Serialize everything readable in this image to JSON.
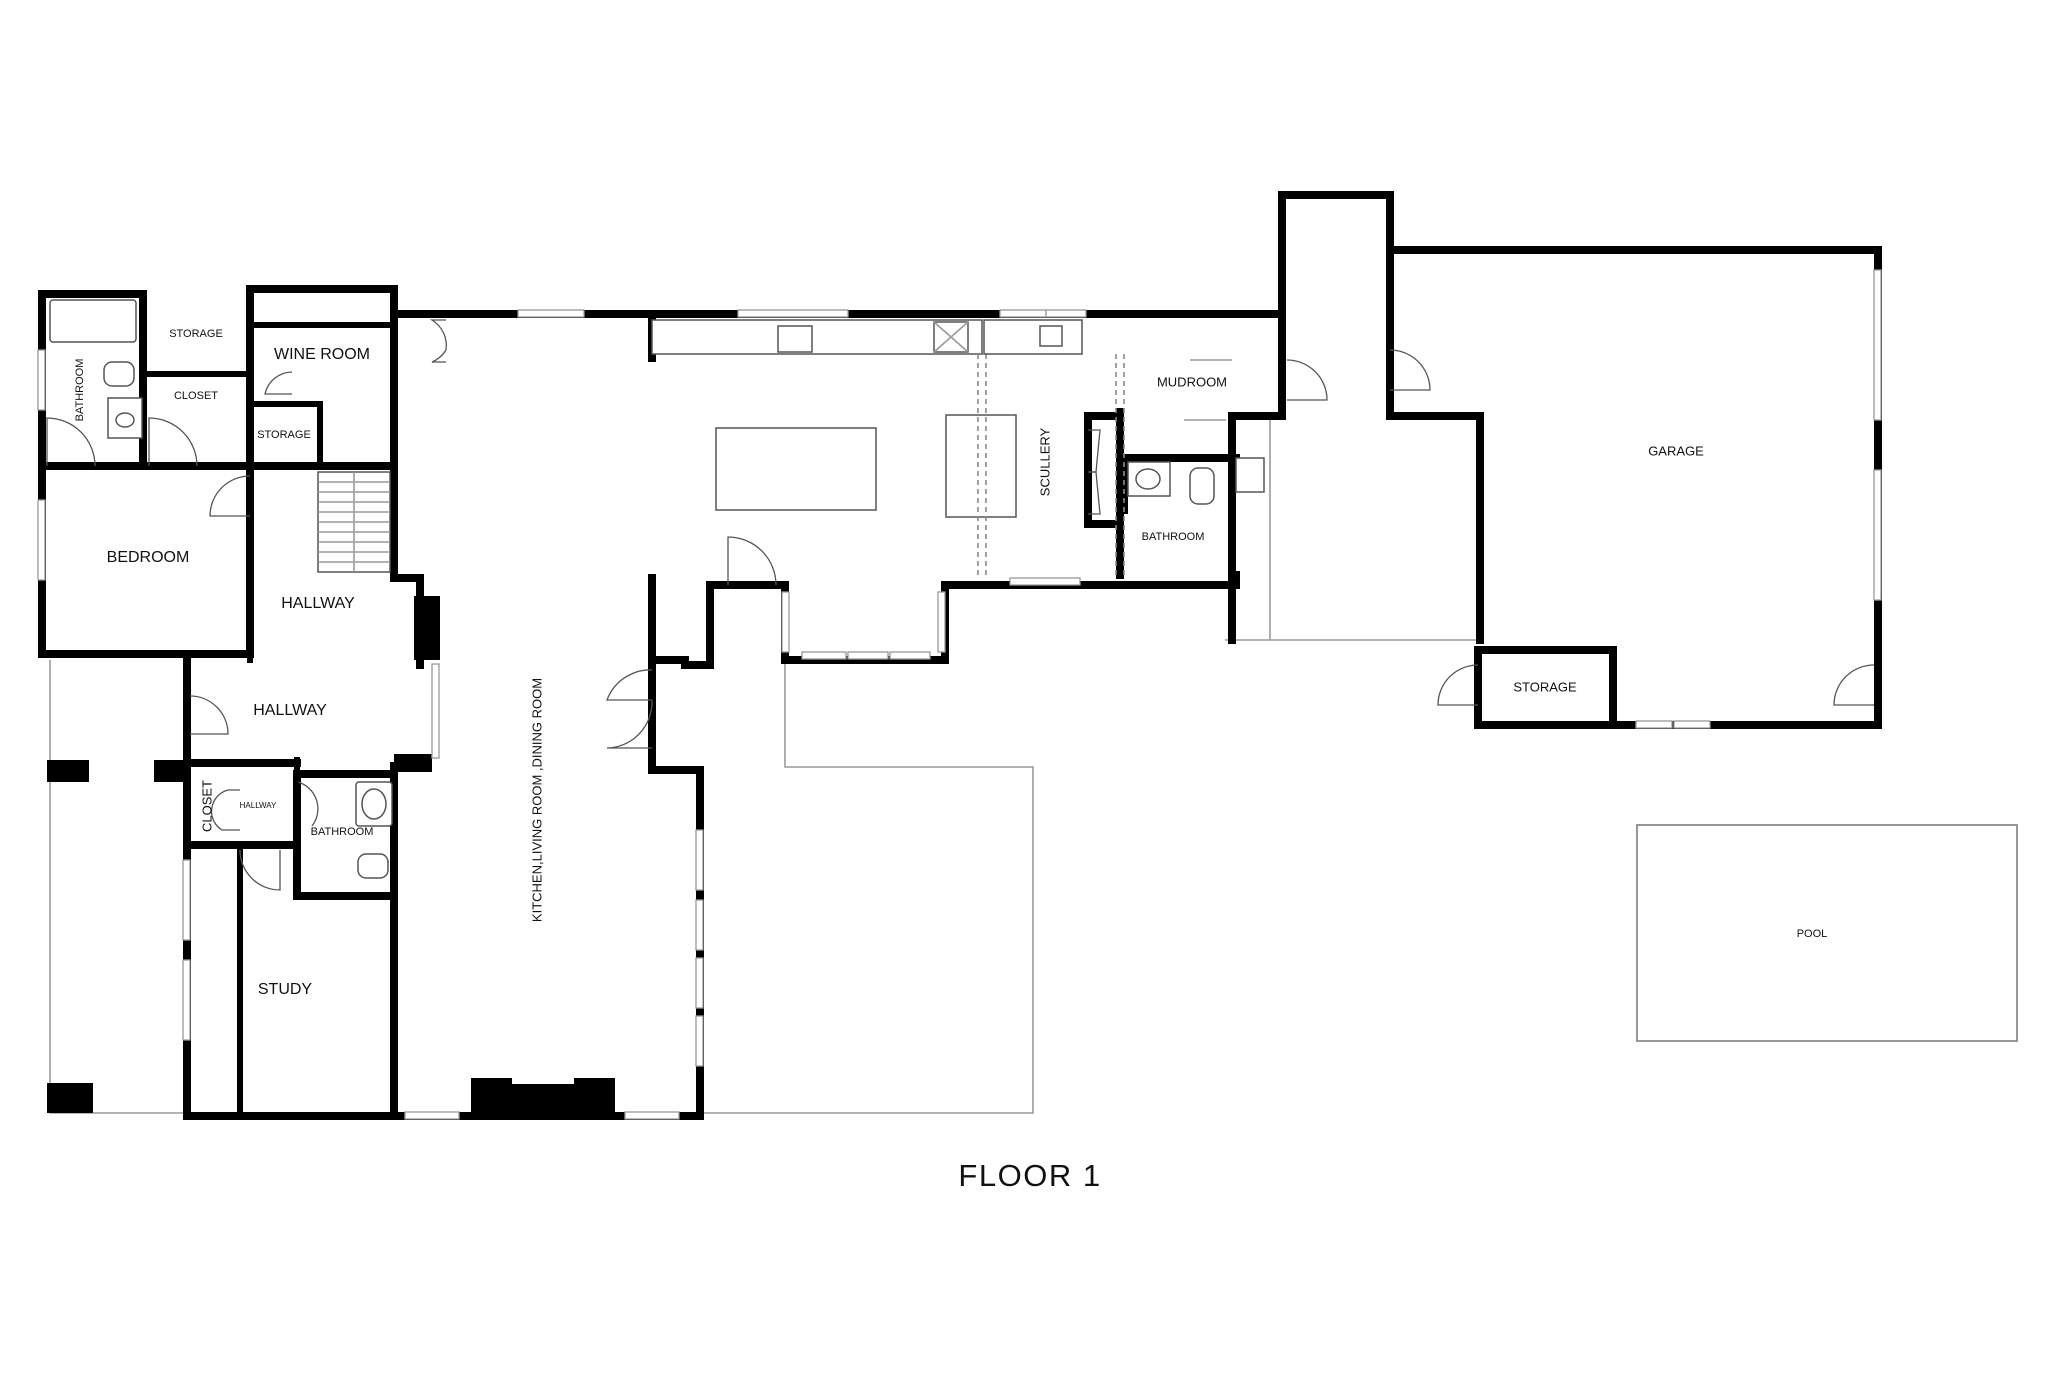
{
  "floor_title": "FLOOR 1",
  "rooms": {
    "storage_top": "STORAGE",
    "wine_room": "WINE ROOM",
    "bathroom_nw": "BATHROOM",
    "closet_top": "CLOSET",
    "storage_small": "STORAGE",
    "bedroom": "BEDROOM",
    "hallway_upper": "HALLWAY",
    "hallway_lower": "HALLWAY",
    "closet_small": "CLOSET",
    "hallway_tiny": "HALLWAY",
    "bathroom_mid": "BATHROOM",
    "study": "STUDY",
    "kitchen_living": "KITCHEN,LIVING ROOM ,DINING ROOM",
    "scullery": "SCULLERY",
    "mudroom": "MUDROOM",
    "bathroom_east": "BATHROOM",
    "garage": "GARAGE",
    "storage_garage": "STORAGE",
    "pool": "POOL"
  }
}
